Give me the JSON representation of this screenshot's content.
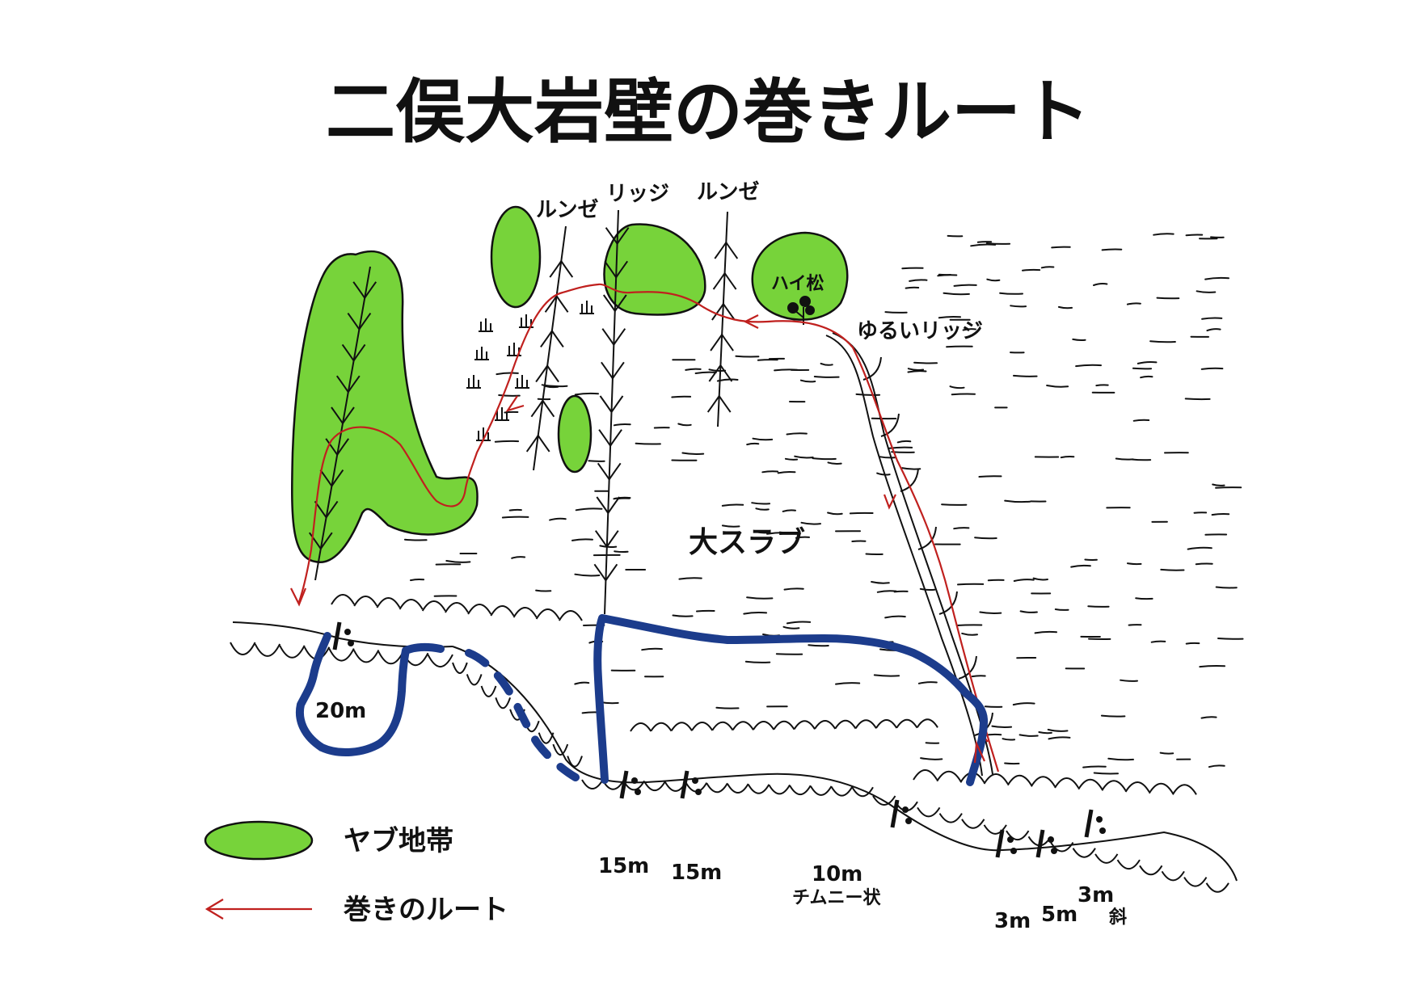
{
  "title": "二俣大岩壁の巻きルート",
  "labels": {
    "runze_left": "ルンゼ",
    "ridge_top": "リッジ",
    "runze_right": "ルンゼ",
    "haimatsu": "ハイ松",
    "yurui_ridge": "ゆるいリッジ",
    "big_slab": "大スラブ",
    "fall_20m": "20m",
    "fall_15m_a": "15m",
    "fall_15m_b": "15m",
    "fall_10m": "10m",
    "chimney": "チムニー状",
    "fall_3m_a": "3m",
    "fall_5m": "5m",
    "fall_3m_b": "3m",
    "slant": "斜"
  },
  "legend": {
    "bush_label": "ヤブ地帯",
    "route_label": "巻きのルート"
  },
  "colors": {
    "bush": "#77d33a",
    "route": "#c0201e",
    "blue_route": "#1c3c8c",
    "line": "#111111"
  }
}
